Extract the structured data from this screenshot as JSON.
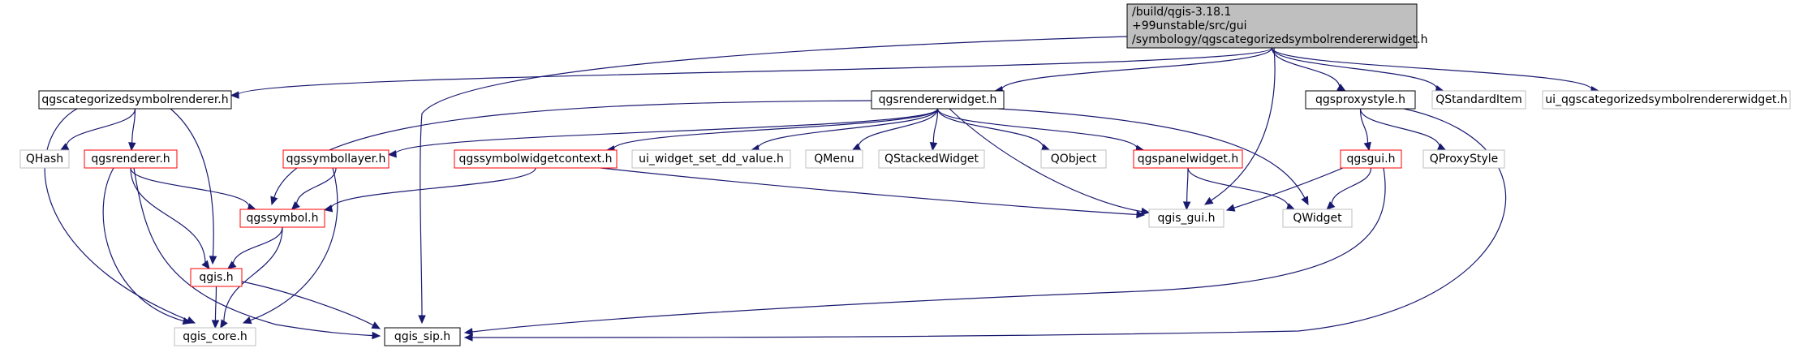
{
  "nodes": {
    "root": {
      "lines": [
        "/build/qgis-3.18.1",
        "+99unstable/src/gui",
        "/symbology/qgscategorizedsymbolrendererwidget.h"
      ],
      "style": "root"
    },
    "catrenderer": {
      "lines": [
        "qgscategorizedsymbolrenderer.h"
      ],
      "style": "black"
    },
    "rendererwidget": {
      "lines": [
        "qgsrendererwidget.h"
      ],
      "style": "black"
    },
    "proxystyle": {
      "lines": [
        "qgsproxystyle.h"
      ],
      "style": "black"
    },
    "qstandarditem": {
      "lines": [
        "QStandardItem"
      ],
      "style": "gray"
    },
    "uicat": {
      "lines": [
        "ui_qgscategorizedsymbolrendererwidget.h"
      ],
      "style": "gray"
    },
    "qhash": {
      "lines": [
        "QHash"
      ],
      "style": "gray"
    },
    "renderer": {
      "lines": [
        "qgsrenderer.h"
      ],
      "style": "red"
    },
    "symbollayer": {
      "lines": [
        "qgssymbollayer.h"
      ],
      "style": "red"
    },
    "symwidgetctx": {
      "lines": [
        "qgssymbolwidgetcontext.h"
      ],
      "style": "red"
    },
    "uiwidgetdd": {
      "lines": [
        "ui_widget_set_dd_value.h"
      ],
      "style": "gray"
    },
    "qmenu": {
      "lines": [
        "QMenu"
      ],
      "style": "gray"
    },
    "qstacked": {
      "lines": [
        "QStackedWidget"
      ],
      "style": "gray"
    },
    "qobject": {
      "lines": [
        "QObject"
      ],
      "style": "gray"
    },
    "panelwidget": {
      "lines": [
        "qgspanelwidget.h"
      ],
      "style": "red"
    },
    "qgsgui": {
      "lines": [
        "qgsgui.h"
      ],
      "style": "red"
    },
    "qproxystyle": {
      "lines": [
        "QProxyStyle"
      ],
      "style": "gray"
    },
    "symbol": {
      "lines": [
        "qgssymbol.h"
      ],
      "style": "red"
    },
    "qgisguih": {
      "lines": [
        "qgis_gui.h"
      ],
      "style": "gray"
    },
    "qwidget": {
      "lines": [
        "QWidget"
      ],
      "style": "gray"
    },
    "qgish": {
      "lines": [
        "qgis.h"
      ],
      "style": "red"
    },
    "qgiscore": {
      "lines": [
        "qgis_core.h"
      ],
      "style": "gray"
    },
    "qgissip": {
      "lines": [
        "qgis_sip.h"
      ],
      "style": "black"
    }
  },
  "edges": [
    [
      "root",
      "catrenderer"
    ],
    [
      "root",
      "qgissip"
    ],
    [
      "root",
      "rendererwidget"
    ],
    [
      "root",
      "qgisguih"
    ],
    [
      "root",
      "proxystyle"
    ],
    [
      "root",
      "qstandarditem"
    ],
    [
      "root",
      "uicat"
    ],
    [
      "catrenderer",
      "qhash"
    ],
    [
      "catrenderer",
      "renderer"
    ],
    [
      "catrenderer",
      "qgiscore"
    ],
    [
      "catrenderer",
      "qgish"
    ],
    [
      "renderer",
      "symbol"
    ],
    [
      "renderer",
      "qgish"
    ],
    [
      "renderer",
      "qgiscore"
    ],
    [
      "renderer",
      "qgissip"
    ],
    [
      "rendererwidget",
      "symbol"
    ],
    [
      "rendererwidget",
      "symbollayer"
    ],
    [
      "rendererwidget",
      "symwidgetctx"
    ],
    [
      "rendererwidget",
      "uiwidgetdd"
    ],
    [
      "rendererwidget",
      "qmenu"
    ],
    [
      "rendererwidget",
      "qstacked"
    ],
    [
      "rendererwidget",
      "qobject"
    ],
    [
      "rendererwidget",
      "panelwidget"
    ],
    [
      "rendererwidget",
      "qgisguih"
    ],
    [
      "rendererwidget",
      "qwidget"
    ],
    [
      "symbollayer",
      "symbol"
    ],
    [
      "symbollayer",
      "qgiscore"
    ],
    [
      "symwidgetctx",
      "symbol"
    ],
    [
      "symwidgetctx",
      "qgisguih"
    ],
    [
      "panelwidget",
      "qgisguih"
    ],
    [
      "panelwidget",
      "qwidget"
    ],
    [
      "proxystyle",
      "qgsgui"
    ],
    [
      "proxystyle",
      "qproxystyle"
    ],
    [
      "proxystyle",
      "qgissip"
    ],
    [
      "qgsgui",
      "qgisguih"
    ],
    [
      "qgsgui",
      "qwidget"
    ],
    [
      "qgsgui",
      "qgissip"
    ],
    [
      "symbol",
      "qgish"
    ],
    [
      "symbol",
      "qgiscore"
    ],
    [
      "qgish",
      "qgiscore"
    ],
    [
      "qgish",
      "qgissip"
    ]
  ],
  "colors": {
    "edge": "#191970",
    "root_fill": "#bfbfbf",
    "black_border": "#000000",
    "red_border": "#ff0000",
    "gray_border": "#bfbfbf",
    "gray_text": "#000000"
  }
}
